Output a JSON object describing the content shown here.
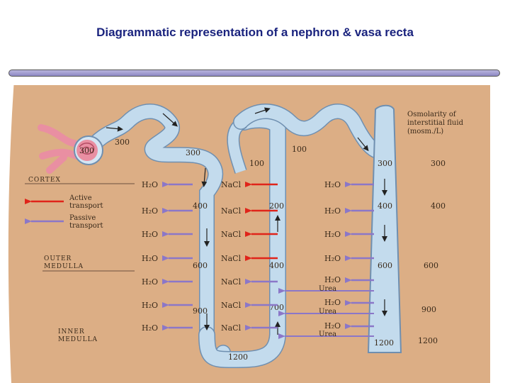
{
  "title": "Diagrammatic representation of a nephron & vasa recta",
  "colors": {
    "background": "#dcae85",
    "tubule": "#bcd6ea",
    "tubule_outline": "#6f8fb0",
    "active_arrow": "#e0241a",
    "passive_arrow": "#8b77c8",
    "glomerulus": "#e98fa2",
    "text": "#3a2a1a",
    "title": "#1a237e"
  },
  "regions": {
    "cortex": "Cortex",
    "outer_medulla": "Outer Medulla",
    "inner_medulla": "Inner Medulla"
  },
  "legend": {
    "active": "Active transport",
    "passive": "Passive transport"
  },
  "osmolarity_header": "Osmolarity of interstitial fluid (mosm./L)",
  "interstitial_values": [
    "300",
    "400",
    "600",
    "900",
    "1200"
  ],
  "tubule_values": {
    "glomerulus": "300",
    "pct_a": "300",
    "pct_b": "300",
    "dct": "100",
    "thick_top": "100",
    "desc_400": "400",
    "desc_600": "600",
    "desc_900": "900",
    "loop_bottom": "1200",
    "asc_200": "200",
    "asc_400": "400",
    "asc_700": "700",
    "cd_300": "300",
    "cd_400": "400",
    "cd_600": "600",
    "cd_1200": "1200"
  },
  "labels": {
    "water": "H₂O",
    "nacl": "NaCl",
    "urea": "Urea"
  }
}
